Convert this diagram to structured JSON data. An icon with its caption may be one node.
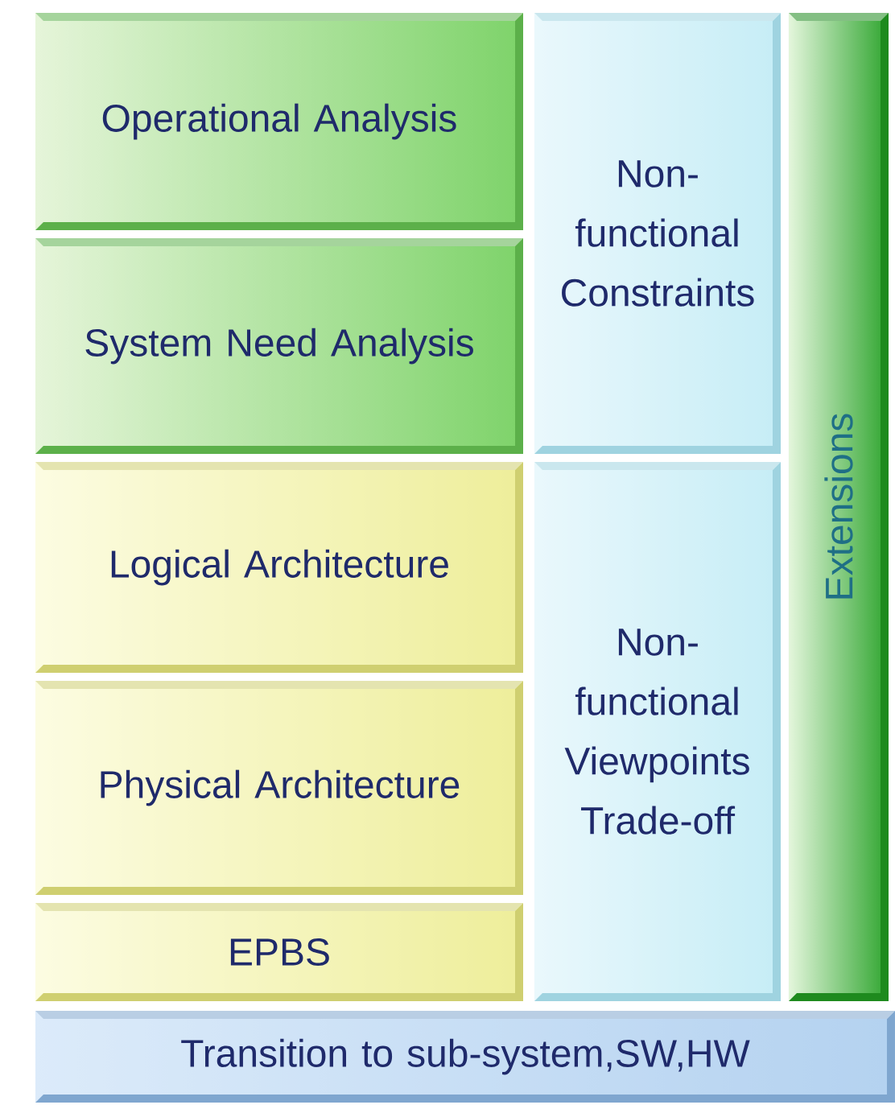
{
  "diagram": {
    "nodes": [
      {
        "text": [
          "Operational Analysis"
        ]
      },
      {
        "text": [
          "Non-functional Constraints"
        ]
      },
      {
        "text": [
          "Extensions"
        ]
      },
      {
        "text": [
          "System Need Analysis"
        ]
      },
      {
        "text": [
          "Logical Architecture"
        ]
      },
      {
        "text": [
          "Non-functional Viewpoints Trade-off"
        ]
      },
      {
        "text": [
          "Physical Architecture"
        ]
      },
      {
        "text": [
          "EPBS"
        ]
      },
      {
        "text": [
          "Transition to sub-system,SW,HW"
        ]
      }
    ]
  }
}
